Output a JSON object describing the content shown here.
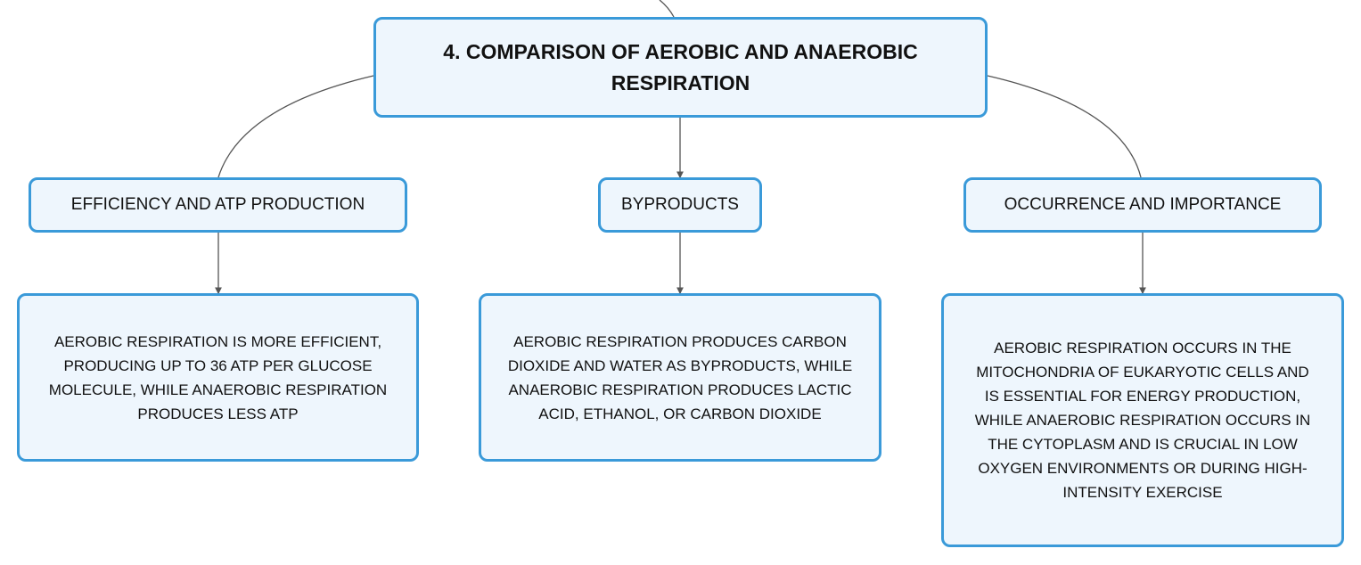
{
  "colors": {
    "node_border": "#3a9ad9",
    "node_fill": "#eef6fd",
    "connector": "#555555"
  },
  "root": {
    "label": "4. COMPARISON OF AEROBIC AND ANAEROBIC RESPIRATION"
  },
  "branches": [
    {
      "label": "EFFICIENCY AND ATP PRODUCTION",
      "detail": "AEROBIC RESPIRATION IS MORE EFFICIENT, PRODUCING UP TO 36 ATP PER GLUCOSE MOLECULE, WHILE ANAEROBIC RESPIRATION PRODUCES LESS ATP"
    },
    {
      "label": "BYPRODUCTS",
      "detail": "AEROBIC RESPIRATION PRODUCES CARBON DIOXIDE AND WATER AS BYPRODUCTS, WHILE ANAEROBIC RESPIRATION PRODUCES LACTIC ACID, ETHANOL, OR CARBON DIOXIDE"
    },
    {
      "label": "OCCURRENCE AND IMPORTANCE",
      "detail": "AEROBIC RESPIRATION OCCURS IN THE MITOCHONDRIA OF EUKARYOTIC CELLS AND IS ESSENTIAL FOR ENERGY PRODUCTION, WHILE ANAEROBIC RESPIRATION OCCURS IN THE CYTOPLASM AND IS CRUCIAL IN LOW OXYGEN ENVIRONMENTS OR DURING HIGH-INTENSITY EXERCISE"
    }
  ]
}
